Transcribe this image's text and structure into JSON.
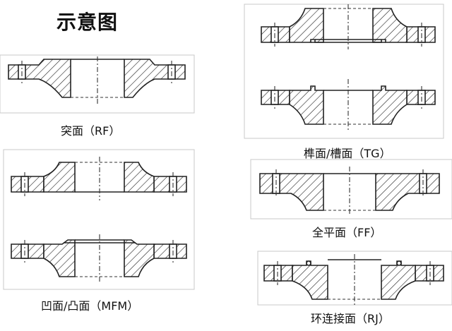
{
  "title": "示意图",
  "captions": {
    "rf": "突面（RF）",
    "tg": "榫面/槽面（TG）",
    "mfm": "凹面/凸面（MFM）",
    "ff": "全平面（FF）",
    "rj": "环连接面（RJ）"
  },
  "colors": {
    "ink": "#222222",
    "frame": "#c8c8c8",
    "background": "#ffffff"
  }
}
